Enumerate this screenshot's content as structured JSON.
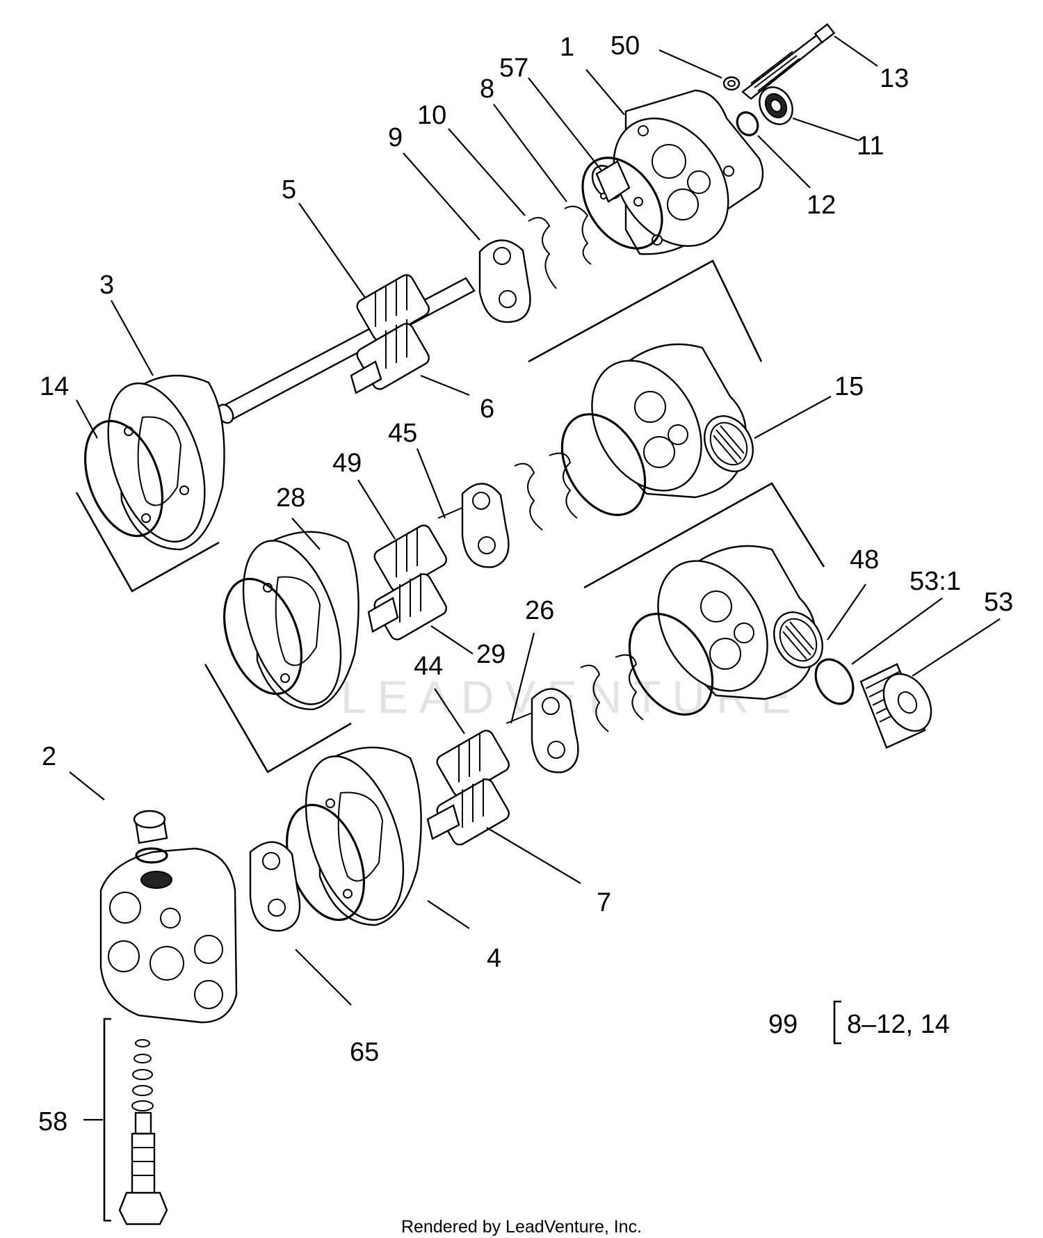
{
  "callouts": [
    {
      "id": "c1",
      "label": "1"
    },
    {
      "id": "c50",
      "label": "50"
    },
    {
      "id": "c57",
      "label": "57"
    },
    {
      "id": "c13",
      "label": "13"
    },
    {
      "id": "c8",
      "label": "8"
    },
    {
      "id": "c10",
      "label": "10"
    },
    {
      "id": "c9",
      "label": "9"
    },
    {
      "id": "c11",
      "label": "11"
    },
    {
      "id": "c12",
      "label": "12"
    },
    {
      "id": "c5",
      "label": "5"
    },
    {
      "id": "c3",
      "label": "3"
    },
    {
      "id": "c14",
      "label": "14"
    },
    {
      "id": "c6",
      "label": "6"
    },
    {
      "id": "c15",
      "label": "15"
    },
    {
      "id": "c45",
      "label": "45"
    },
    {
      "id": "c49",
      "label": "49"
    },
    {
      "id": "c28",
      "label": "28"
    },
    {
      "id": "c48",
      "label": "48"
    },
    {
      "id": "c53_1",
      "label": "53:1"
    },
    {
      "id": "c53",
      "label": "53"
    },
    {
      "id": "c26",
      "label": "26"
    },
    {
      "id": "c29",
      "label": "29"
    },
    {
      "id": "c44",
      "label": "44"
    },
    {
      "id": "c2",
      "label": "2"
    },
    {
      "id": "c7",
      "label": "7"
    },
    {
      "id": "c4",
      "label": "4"
    },
    {
      "id": "c65",
      "label": "65"
    },
    {
      "id": "c58",
      "label": "58"
    }
  ],
  "kit_reference": {
    "number": "99",
    "range": "8–12, 14"
  },
  "watermark": "LEADVENTURE",
  "footer": "Rendered by LeadVenture, Inc."
}
